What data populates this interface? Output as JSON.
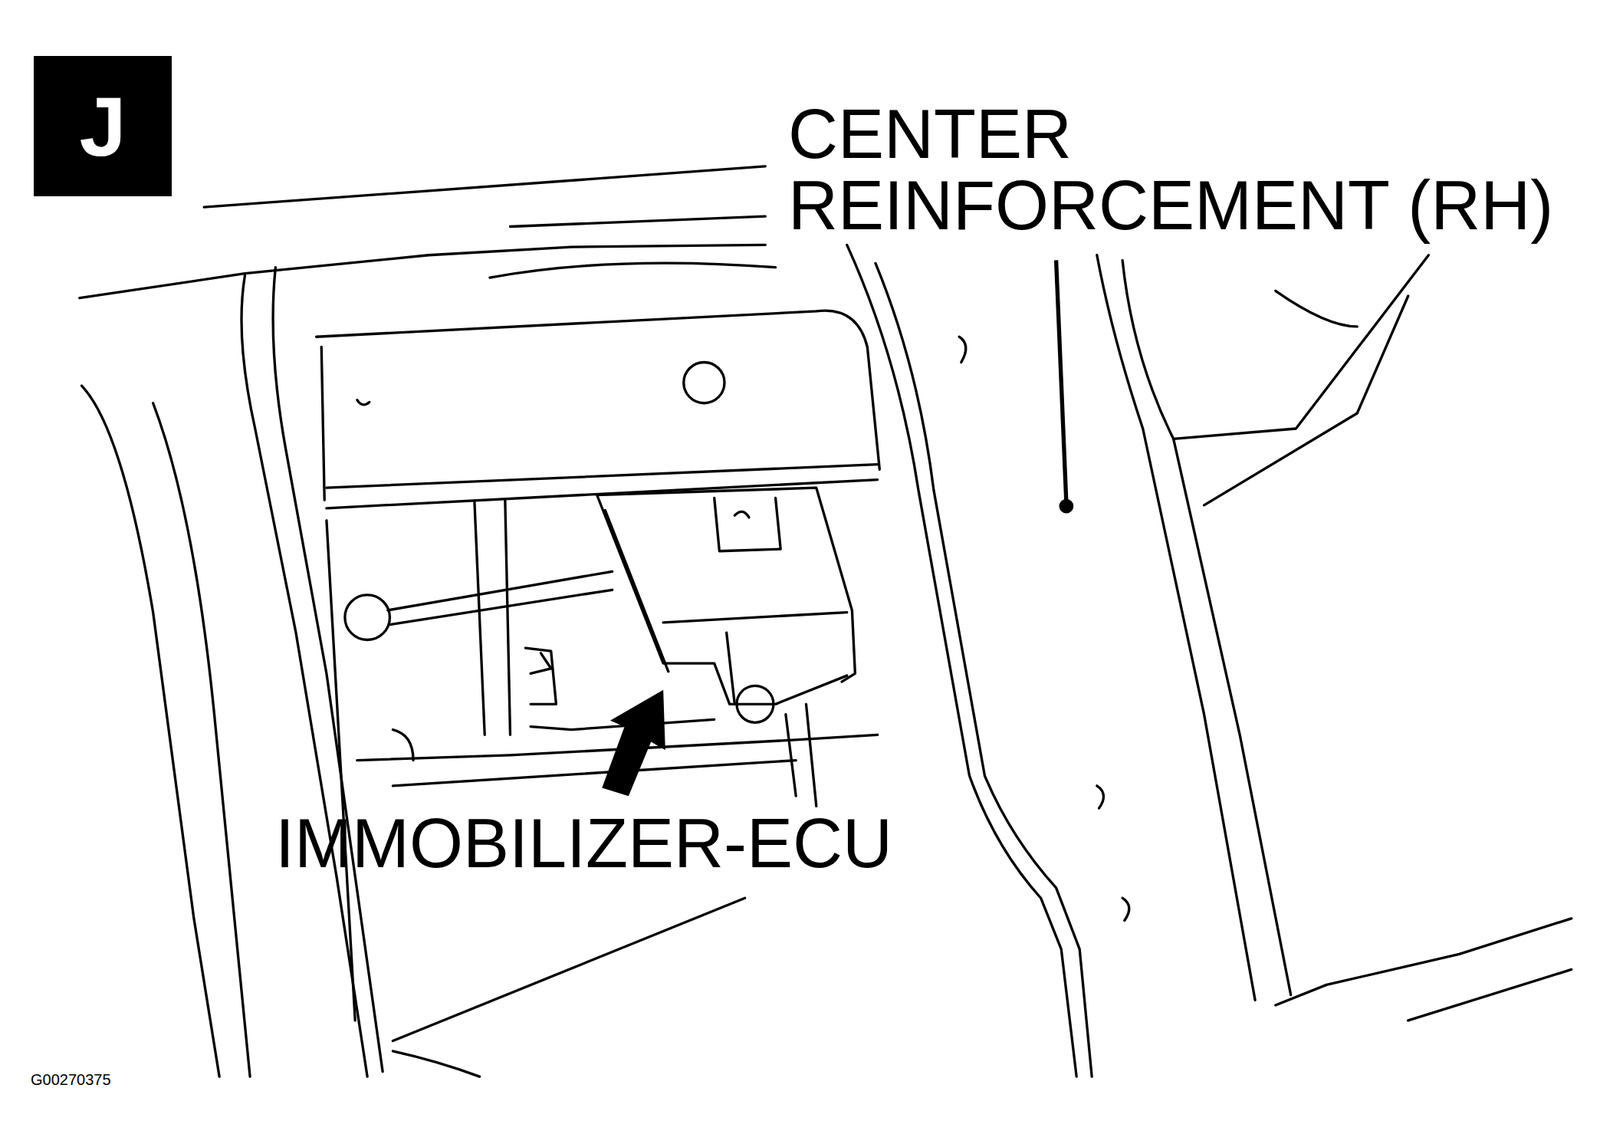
{
  "diagram": {
    "nodes": [
      {
        "text": [
          "J"
        ]
      }
    ],
    "labels": [
      "CENTER REINFORCEMENT (RH)",
      "IMMOBILIZER-ECU",
      "G00270375"
    ]
  }
}
